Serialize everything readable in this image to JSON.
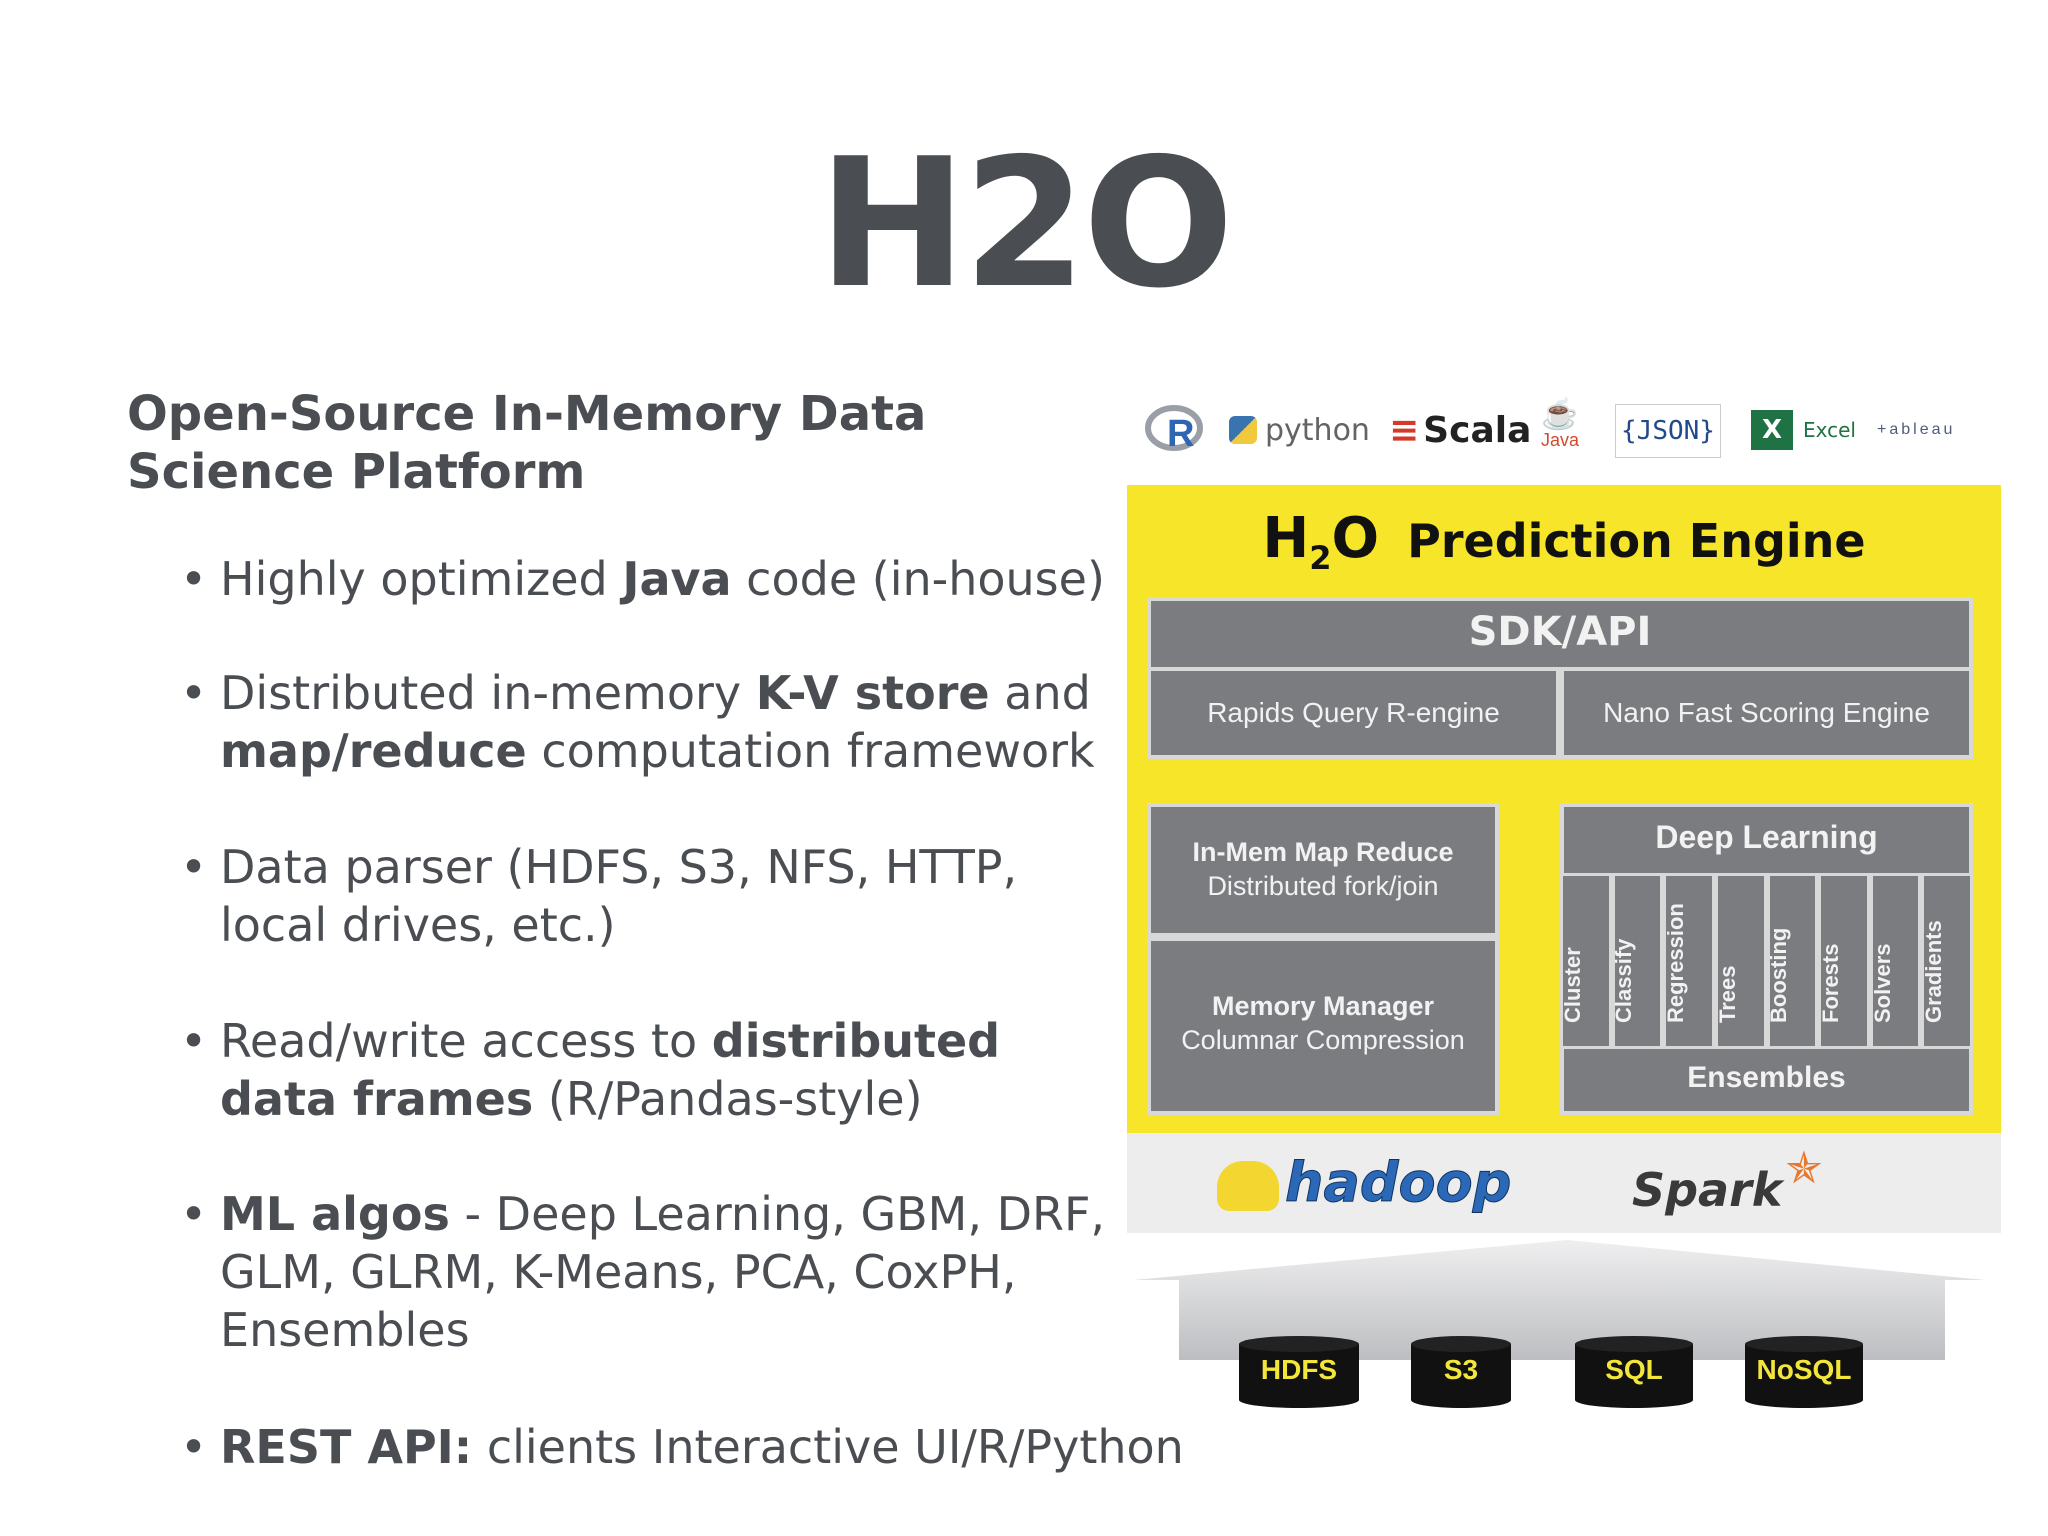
{
  "slide": {
    "title": "H2O",
    "subtitle": "Open-Source In-Memory Data Science Platform"
  },
  "bullets": [
    {
      "pre": "Highly optimized ",
      "bold": "Java",
      "post": " code (in-house)"
    },
    {
      "pre": "Distributed in-memory ",
      "bold": "K-V store",
      "mid": " and ",
      "bold2": "map/reduce",
      "post": " computation framework"
    },
    {
      "pre": "Data parser (HDFS, S3, NFS, HTTP, local drives, etc.)"
    },
    {
      "pre": "Read/write access to ",
      "bold": "distributed data frames",
      "post": " (R/Pandas-style)"
    },
    {
      "bold": "ML algos",
      "post": " - Deep Learning, GBM, DRF, GLM, GLRM, K-Means, PCA, CoxPH, Ensembles"
    },
    {
      "bold": "REST API:",
      "post": " clients Interactive UI/R/Python"
    }
  ],
  "diagram": {
    "logos": {
      "r": "R",
      "python": "python",
      "scala": "Scala",
      "java": "Java",
      "json": "{JSON}",
      "excel_mark": "X",
      "excel": "Excel",
      "tableau": "+ableau"
    },
    "engine": {
      "h2o": "H",
      "h2o_sub": "2",
      "h2o_tail": "O",
      "title": "Prediction Engine",
      "sdk": "SDK/API",
      "rapids": "Rapids Query R-engine",
      "nano": "Nano Fast Scoring Engine",
      "inmem_1": "In-Mem Map Reduce",
      "inmem_2": "Distributed fork/join",
      "memmgr_1": "Memory Manager",
      "memmgr_2": "Columnar Compression",
      "deep_learning": "Deep Learning",
      "algos": [
        "Cluster",
        "Classify",
        "Regression",
        "Trees",
        "Boosting",
        "Forests",
        "Solvers",
        "Gradients"
      ],
      "ensembles": "Ensembles"
    },
    "platforms": {
      "hadoop": "hadoop",
      "spark": "Spark"
    },
    "storage": [
      "HDFS",
      "S3",
      "SQL",
      "NoSQL"
    ]
  },
  "colors": {
    "text": "#4a4d52",
    "engine_yellow": "#f7e52a",
    "box_gray": "#7b7c80",
    "storage_label": "#f3e63a"
  }
}
